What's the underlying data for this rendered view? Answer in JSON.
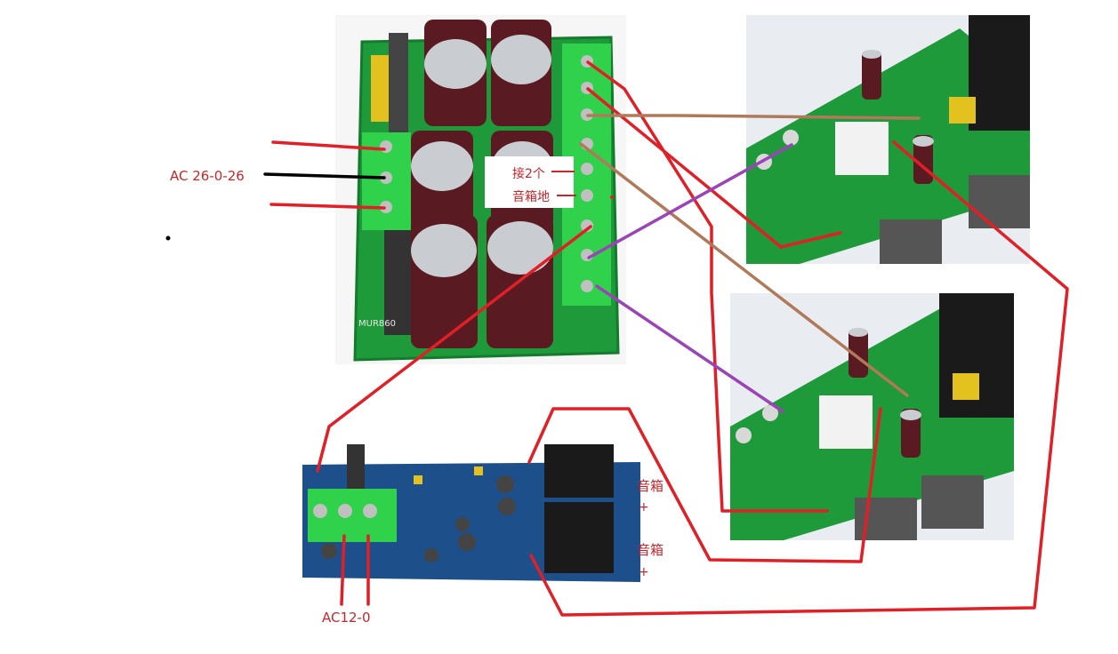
{
  "labels": {
    "ac_main": "AC  26-0-26",
    "connect_two": "接2个",
    "speaker_ground": "音箱地",
    "speaker_top": "音箱",
    "plus_top": "+",
    "speaker_bottom": "音箱",
    "plus_bottom": "+",
    "ac_protect": "AC12-0",
    "pcb_silk": "MUR860"
  },
  "colors": {
    "wire_red": "#e01f26",
    "wire_black": "#000000",
    "wire_brown": "#b07a5a",
    "wire_purple": "#9b44b8",
    "pcb_green": "#1e9a3a",
    "pcb_blue": "#1d4f8a",
    "terminal_green": "#2fd24a",
    "capacitor_maroon": "#5a1a22"
  },
  "photos": [
    "power-supply-board",
    "amplifier-board-top",
    "amplifier-board-bottom",
    "speaker-protection-board"
  ]
}
